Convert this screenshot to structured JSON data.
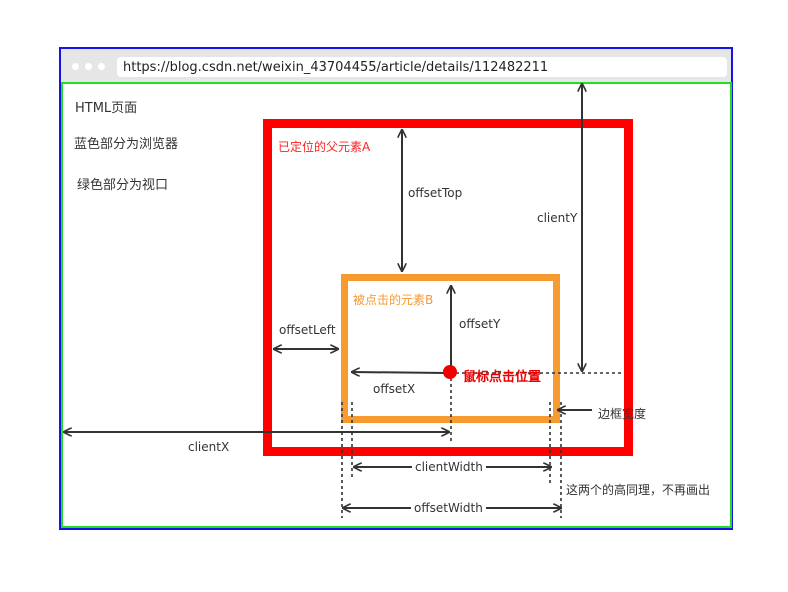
{
  "browser": {
    "url": "https://blog.csdn.net/weixin_43704455/article/details/112482211",
    "colors": {
      "frame": "#1414e6",
      "viewport": "#22dd22",
      "parent": "#ff0000",
      "child": "#f79a30"
    }
  },
  "side_labels": {
    "page": "HTML页面",
    "browser": "蓝色部分为浏览器",
    "viewport": "绿色部分为视口"
  },
  "boxes": {
    "parent": "已定位的父元素A",
    "child": "被点击的元素B",
    "mouse": "鼠标点击位置"
  },
  "measures": {
    "offsetTop": "offsetTop",
    "clientY": "clientY",
    "offsetLeft": "offsetLeft",
    "offsetY": "offsetY",
    "offsetX": "offsetX",
    "border": "边框宽度",
    "clientX": "clientX",
    "clientWidth": "clientWidth",
    "offsetWidth": "offsetWidth",
    "note": "这两个的高同理，不再画出"
  }
}
